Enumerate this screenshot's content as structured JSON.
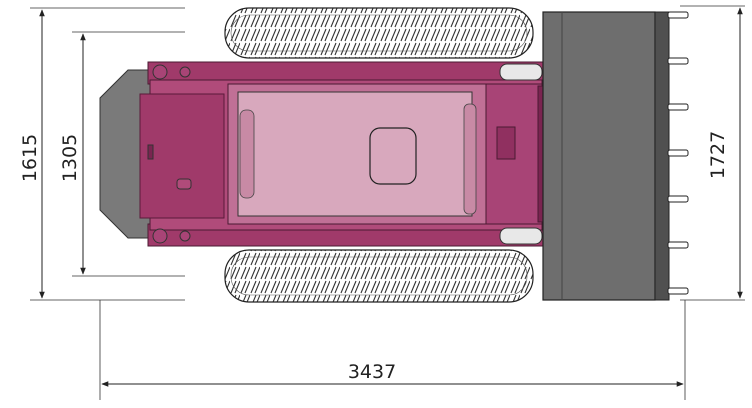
{
  "dimensions": {
    "overall_width": "1615",
    "track_width": "1305",
    "bucket_width": "1727",
    "overall_length": "3437"
  },
  "colors": {
    "body": "#a03a6a",
    "body_dark": "#7a2450",
    "body_light": "#c07096",
    "cab": "#d8a8bd",
    "bucket": "#6e6e6e",
    "bucket_dark": "#4a4a4a",
    "rear_plate": "#7a7a7a",
    "tire": "#ffffff",
    "line": "#222222"
  },
  "icons": {
    "tread": "tire-tread-pattern",
    "teeth": "bucket-teeth"
  }
}
